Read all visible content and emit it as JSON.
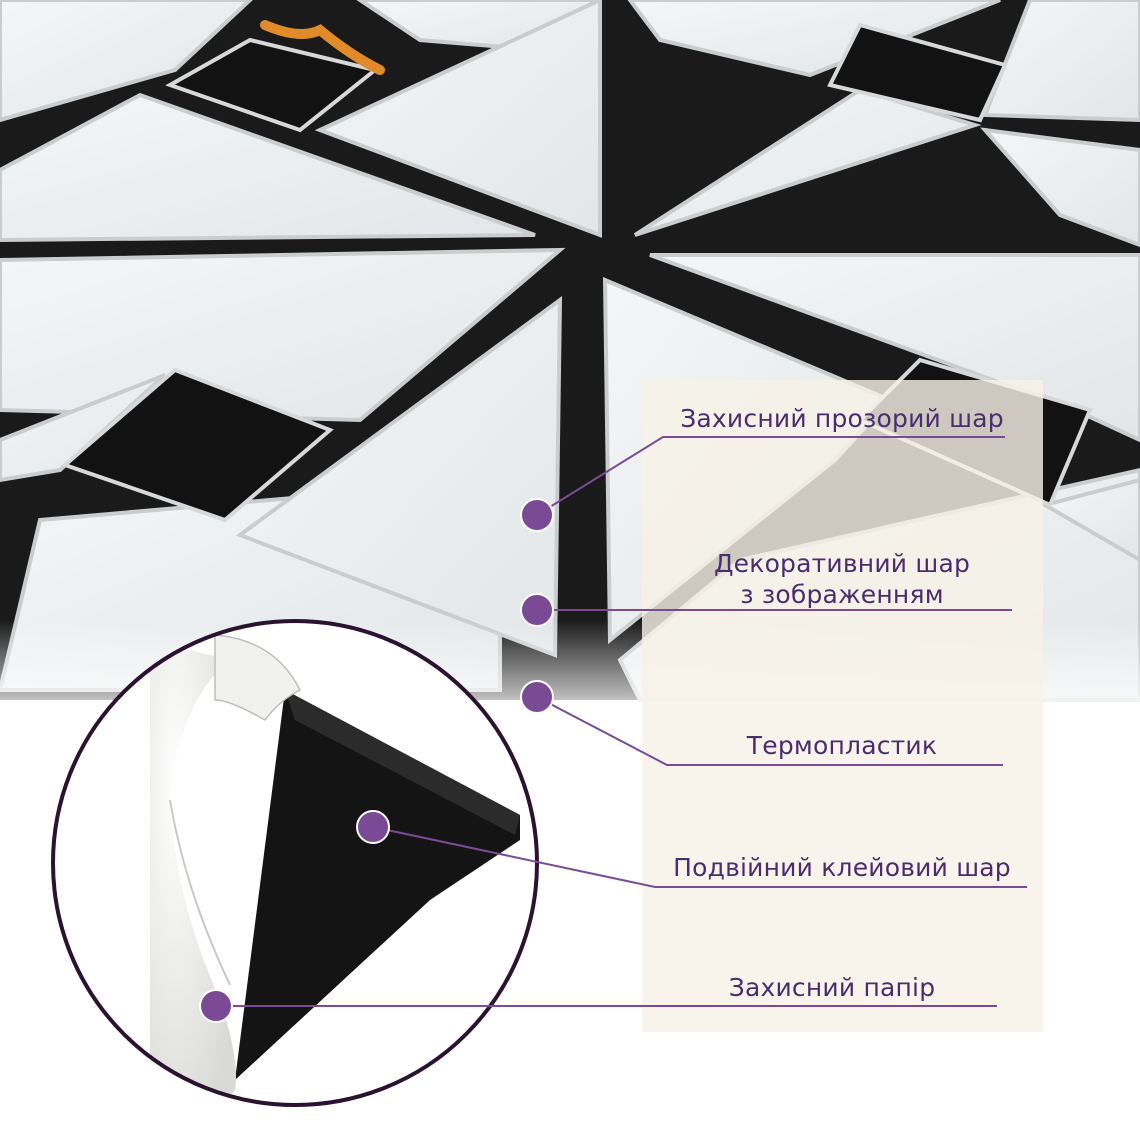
{
  "layers": [
    {
      "id": "protective-layer",
      "lines": [
        "Захисний прозорий шар"
      ]
    },
    {
      "id": "decorative-layer",
      "lines": [
        "Декоративний шар",
        "з зображенням"
      ]
    },
    {
      "id": "thermoplastic-layer",
      "lines": [
        "Термопластик"
      ]
    },
    {
      "id": "adhesive-layer",
      "lines": [
        "Подвійний клейовий шар"
      ]
    },
    {
      "id": "paper-layer",
      "lines": [
        "Захисний папір"
      ]
    }
  ],
  "colors": {
    "accent": "#7b4a96",
    "text": "#4b2d6e",
    "panel": "#f7f1e6",
    "tile": "#eef1f2",
    "tile_edge": "#c9cdce",
    "grout": "#111111",
    "black_tile": "#121212"
  }
}
